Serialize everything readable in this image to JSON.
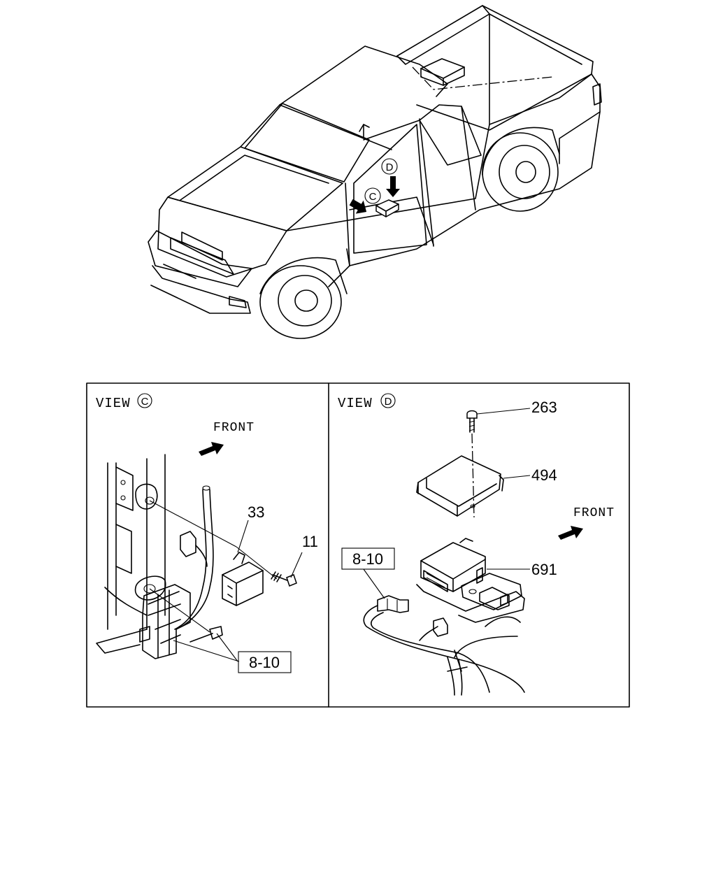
{
  "overview": {
    "marker_c": "C",
    "marker_d": "D"
  },
  "view_c": {
    "title": "VIEW",
    "circle_letter": "C",
    "front_label": "FRONT",
    "callout_33": "33",
    "callout_11": "11",
    "callout_8_10": "8-10"
  },
  "view_d": {
    "title": "VIEW",
    "circle_letter": "D",
    "front_label": "FRONT",
    "callout_263": "263",
    "callout_494": "494",
    "callout_691": "691",
    "callout_8_10": "8-10"
  }
}
